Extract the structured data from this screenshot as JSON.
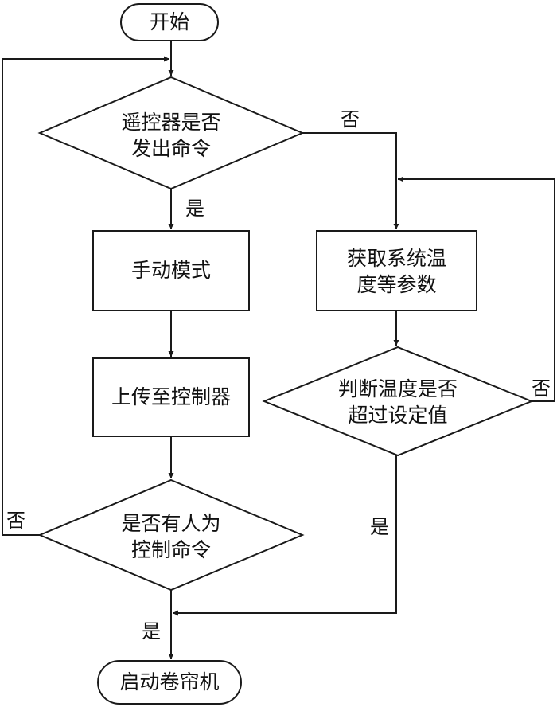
{
  "nodes": {
    "start": "开始",
    "remote_q": [
      "遥控器是否",
      "发出命令"
    ],
    "manual": "手动模式",
    "upload": "上传至控制器",
    "human_q": [
      "是否有人为",
      "控制命令"
    ],
    "get_params": [
      "获取系统温",
      "度等参数"
    ],
    "temp_q": [
      "判断温度是否",
      "超过设定值"
    ],
    "end": "启动卷帘机"
  },
  "edges": {
    "remote_no": "否",
    "remote_yes": "是",
    "temp_no": "否",
    "temp_yes": "是",
    "human_no": "否",
    "human_yes": "是"
  }
}
